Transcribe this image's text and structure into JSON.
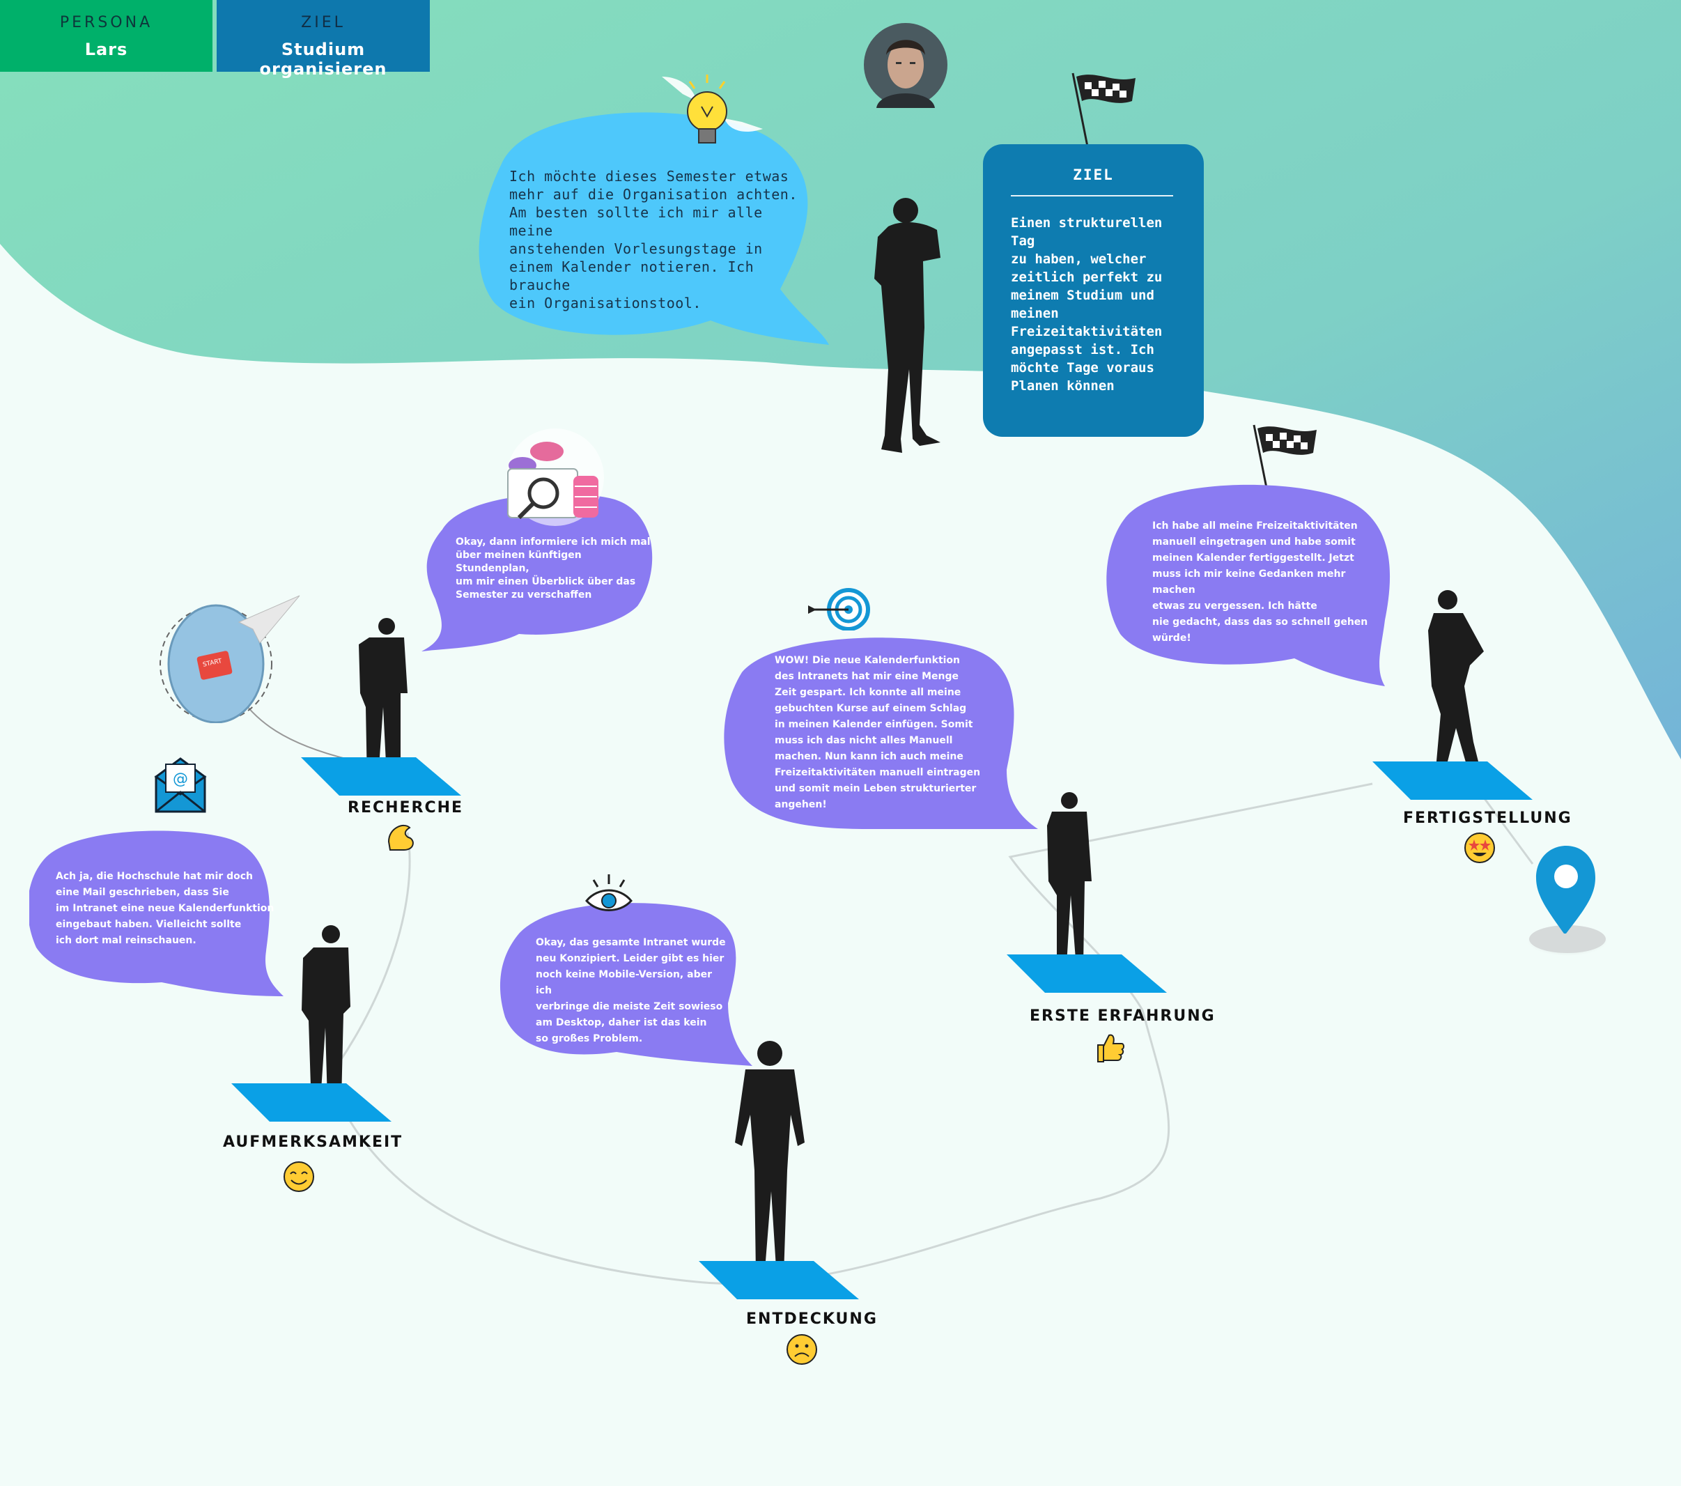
{
  "header": {
    "persona_key": "PERSONA",
    "persona_value": "Lars",
    "ziel_key": "ZIEL",
    "ziel_value": "Studium organisieren"
  },
  "intro_bubble": "Ich möchte dieses Semester etwas\nmehr auf die Organisation achten.\nAm besten sollte ich mir alle meine\nanstehenden Vorlesungstage in\neinem Kalender notieren. Ich brauche\nein Organisationstool.",
  "ziel_card": {
    "title": "ZIEL",
    "body": "Einen strukturellen Tag\nzu haben, welcher\nzeitlich perfekt zu\nmeinem Studium und\nmeinen\nFreizeitaktivitäten\nangepasst ist. Ich\nmöchte Tage voraus\nPlanen können"
  },
  "stages": {
    "aufmerksamkeit": {
      "label": "AUFMERKSAMKEIT",
      "text": "Ach ja, die Hochschule hat mir doch\neine Mail geschrieben, dass Sie\nim Intranet eine neue Kalenderfunktion\neingebaut haben. Vielleicht sollte\nich dort mal reinschauen."
    },
    "recherche": {
      "label": "RECHERCHE",
      "text": "Okay, dann informiere ich mich mal\nüber meinen künftigen Stundenplan,\num mir einen Überblick über das\nSemester zu verschaffen"
    },
    "entdeckung": {
      "label": "ENTDECKUNG",
      "text": "Okay, das gesamte Intranet wurde\nneu Konzipiert. Leider gibt es hier\nnoch keine Mobile-Version, aber ich\nverbringe die meiste Zeit sowieso\nam Desktop, daher ist das kein\nso großes Problem."
    },
    "erste_erfahrung": {
      "label": "ERSTE ERFAHRUNG",
      "text": "WOW! Die neue Kalenderfunktion\ndes Intranets hat mir eine Menge\nZeit gespart. Ich konnte all meine\ngebuchten Kurse auf einem Schlag\nin meinen Kalender einfügen. Somit\nmuss ich das nicht alles Manuell\nmachen. Nun kann ich auch meine\nFreizeitaktivitäten manuell eintragen\nund somit mein Leben strukturierter\nangehen!"
    },
    "fertigstellung": {
      "label": "FERTIGSTELLUNG",
      "text": "Ich habe all meine Freizeitaktivitäten\nmanuell eingetragen und habe somit\nmeinen Kalender fertiggestellt. Jetzt\nmuss ich mir keine Gedanken mehr machen\netwas zu vergessen. Ich hätte\nnie gedacht, dass das so schnell gehen\nwürde!"
    }
  },
  "start_badge": "START",
  "colors": {
    "persona": "#00b06a",
    "ziel_header": "#0e78ad",
    "bubble_purple": "#8a7bf2",
    "bubble_blue": "#4ec8fb",
    "platform": "#0aa0e6",
    "card": "#0e7cb0"
  }
}
